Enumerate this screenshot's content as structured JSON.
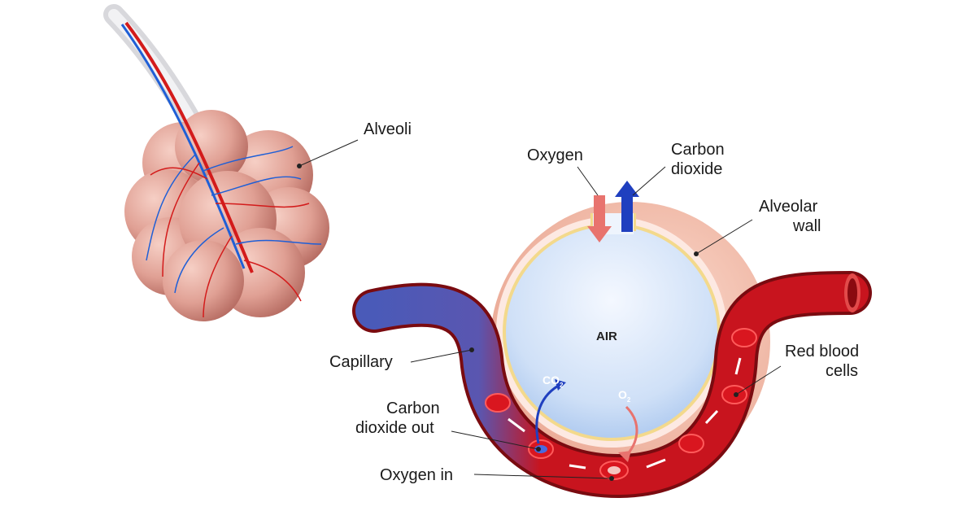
{
  "labels": {
    "alveoli": "Alveoli",
    "oxygen": "Oxygen",
    "carbon_dioxide": [
      "Carbon",
      "dioxide"
    ],
    "alveolar_wall": [
      "Alveolar",
      "wall"
    ],
    "air": "AIR",
    "capillary": "Capillary",
    "co2": {
      "main": "CO",
      "sub": "2"
    },
    "o2": {
      "main": "O",
      "sub": "2"
    },
    "red_blood_cells": [
      "Red blood",
      "cells"
    ],
    "carbon_dioxide_out": [
      "Carbon",
      "dioxide out"
    ],
    "oxygen_in": "Oxygen in"
  },
  "colors": {
    "alveolus": "#d9958a",
    "air": "#dbe9fb",
    "deoxygenated": "#4a5ab8",
    "oxygenated": "#c8141e",
    "oxygen_arrow": "#e8736e",
    "co2_arrow": "#1f3fbf"
  }
}
